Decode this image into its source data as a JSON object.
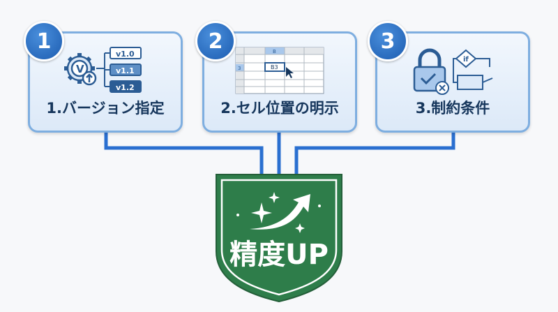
{
  "steps": [
    {
      "number": "1",
      "label": "1.バージョン指定",
      "versions": [
        "v1.0",
        "v1.1",
        "v1.2"
      ],
      "gear_letter": "V"
    },
    {
      "number": "2",
      "label": "2.セル位置の明示",
      "column_header": "B",
      "row_header": "3",
      "cell": "B3"
    },
    {
      "number": "3",
      "label": "3.制約条件",
      "if_label": "if"
    }
  ],
  "result": {
    "label": "精度UP"
  },
  "colors": {
    "blue": "#1c5cb0",
    "line": "#2a6fd0",
    "green": "#2e7d4a"
  }
}
